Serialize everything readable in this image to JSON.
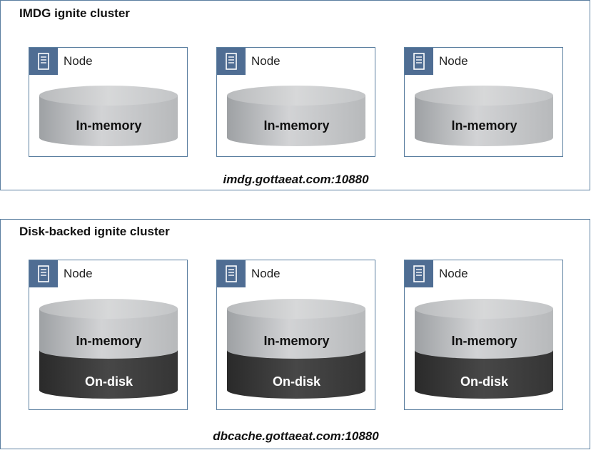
{
  "clusters": [
    {
      "title": "IMDG ignite cluster",
      "endpoint": "imdg.gottaeat.com:10880",
      "nodes": [
        {
          "label": "Node",
          "layers": [
            "In-memory"
          ]
        },
        {
          "label": "Node",
          "layers": [
            "In-memory"
          ]
        },
        {
          "label": "Node",
          "layers": [
            "In-memory"
          ]
        }
      ]
    },
    {
      "title": "Disk-backed ignite cluster",
      "endpoint": "dbcache.gottaeat.com:10880",
      "nodes": [
        {
          "label": "Node",
          "layers": [
            "In-memory",
            "On-disk"
          ]
        },
        {
          "label": "Node",
          "layers": [
            "In-memory",
            "On-disk"
          ]
        },
        {
          "label": "Node",
          "layers": [
            "In-memory",
            "On-disk"
          ]
        }
      ]
    }
  ],
  "colors": {
    "border": "#5b7fa0",
    "node_icon_bg": "#4f6d93",
    "memory_layer": "#c4c6c8",
    "disk_layer": "#3a3a3a"
  },
  "icons": {
    "node": "server-icon"
  }
}
